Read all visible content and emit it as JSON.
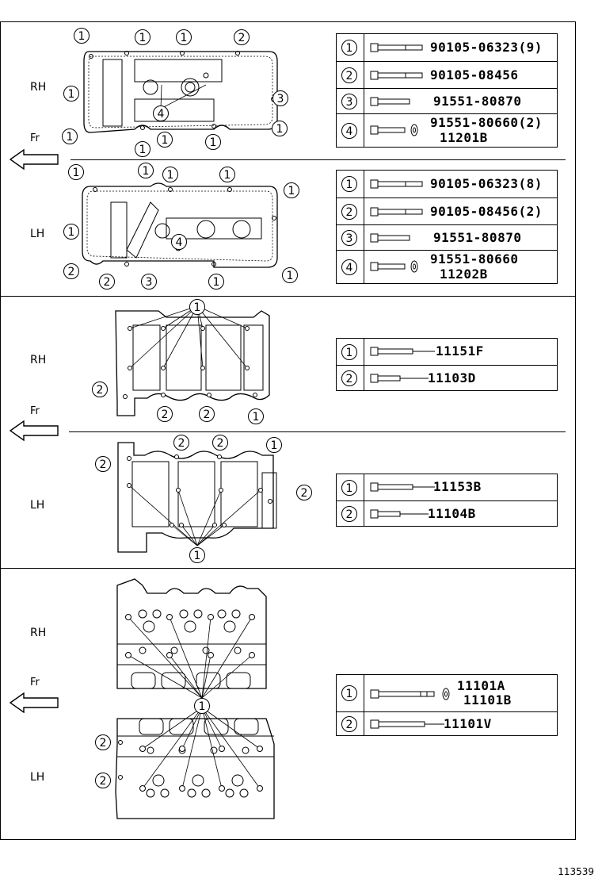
{
  "diagram_id": "113539",
  "front_label": "Fr",
  "sections": [
    {
      "name": "cylinder-head-cover",
      "rh": {
        "label": "RH",
        "parts": [
          {
            "num": "1",
            "code": "90105-06323(9)"
          },
          {
            "num": "2",
            "code": "90105-08456"
          },
          {
            "num": "3",
            "code": "91551-80870"
          },
          {
            "num": "4",
            "code": "91551-80660(2)",
            "code2": "11201B"
          }
        ],
        "callouts": [
          "1",
          "1",
          "1",
          "2",
          "1",
          "3",
          "1",
          "1",
          "1",
          "1",
          "1",
          "4"
        ]
      },
      "lh": {
        "label": "LH",
        "parts": [
          {
            "num": "1",
            "code": "90105-06323(8)"
          },
          {
            "num": "2",
            "code": "90105-08456(2)"
          },
          {
            "num": "3",
            "code": "91551-80870"
          },
          {
            "num": "4",
            "code": "91551-80660",
            "code2": "11202B"
          }
        ],
        "callouts": [
          "1",
          "1",
          "1",
          "1",
          "1",
          "1",
          "2",
          "2",
          "3",
          "1",
          "1",
          "4"
        ]
      }
    },
    {
      "name": "camshaft-housing",
      "rh": {
        "label": "RH",
        "parts": [
          {
            "num": "1",
            "code": "11151F"
          },
          {
            "num": "2",
            "code": "11103D"
          }
        ],
        "callouts": [
          "1",
          "2",
          "2",
          "2",
          "1"
        ]
      },
      "lh": {
        "label": "LH",
        "parts": [
          {
            "num": "1",
            "code": "11153B"
          },
          {
            "num": "2",
            "code": "11104B"
          }
        ],
        "callouts": [
          "2",
          "2",
          "2",
          "1",
          "2",
          "1"
        ]
      }
    },
    {
      "name": "cylinder-head",
      "rh": {
        "label": "RH"
      },
      "lh": {
        "label": "LH"
      },
      "parts": [
        {
          "num": "1",
          "code": "11101A",
          "code2": "11101B"
        },
        {
          "num": "2",
          "code": "11101V"
        }
      ],
      "callouts": [
        "1",
        "2",
        "2"
      ]
    }
  ]
}
